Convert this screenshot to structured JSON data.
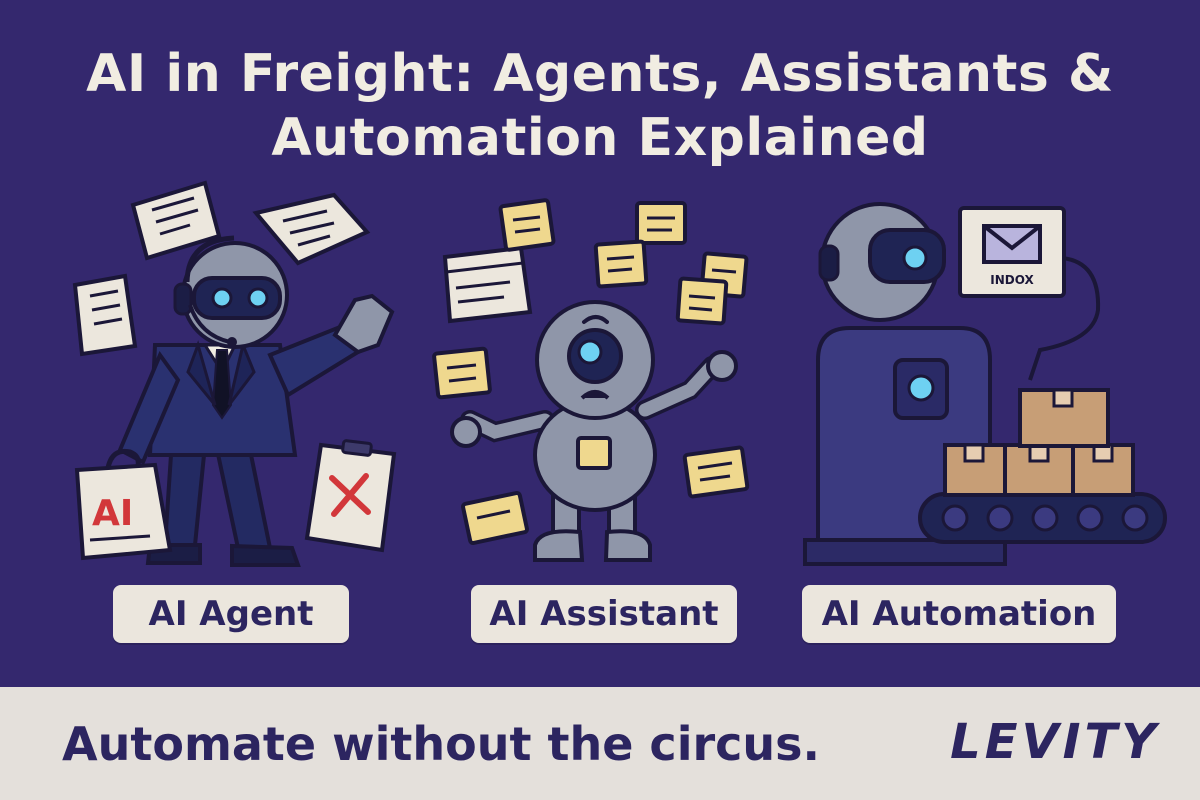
{
  "title": {
    "line1": "AI in Freight: Agents, Assistants &",
    "line2": "Automation Explained"
  },
  "panels": [
    {
      "label": "AI Agent",
      "badge_text": "AI"
    },
    {
      "label": "AI Assistant"
    },
    {
      "label": "AI Automation",
      "inbox_text": "INDOX"
    }
  ],
  "footer": {
    "tagline": "Automate without the circus.",
    "brand": "LEVITY"
  },
  "colors": {
    "background": "#34286e",
    "title_text": "#f1ede2",
    "label_bg": "#ebe6dd",
    "label_text": "#2c2560",
    "footer_bg": "#e4e0db",
    "sticky_note": "#efd88e",
    "badge_red": "#d2373a"
  },
  "icons": [
    "robot-agent-icon",
    "robot-assistant-icon",
    "robot-automation-icon",
    "document-icon",
    "sticky-note-icon",
    "envelope-icon",
    "box-icon",
    "conveyor-belt-icon",
    "x-mark-icon"
  ]
}
